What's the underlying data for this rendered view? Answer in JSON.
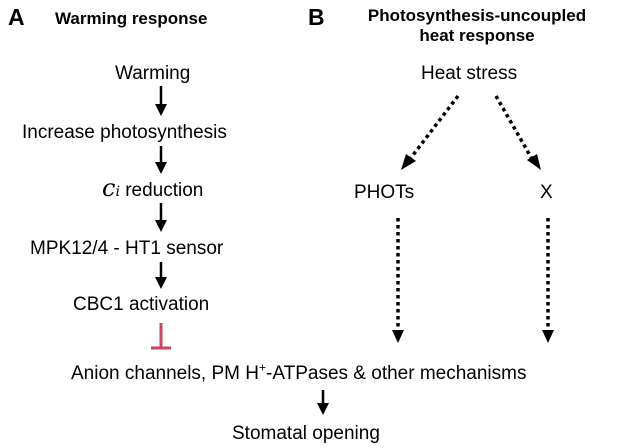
{
  "panel_a": {
    "letter": "A",
    "title": "Warming response",
    "steps": {
      "warming": "Warming",
      "photosynthesis": "Increase photosynthesis",
      "ci_symbol": "c",
      "ci_subscript": "i",
      "ci_text": " reduction",
      "sensor": "MPK12/4 - HT1 sensor",
      "cbc1": "CBC1 activation"
    }
  },
  "panel_b": {
    "letter": "B",
    "title_line1": "Photosynthesis-uncoupled",
    "title_line2": "heat response",
    "heat_stress": "Heat stress",
    "phots": "PHOTs",
    "x": "X"
  },
  "shared": {
    "targets_pre": "Anion channels, PM H",
    "targets_sup": "+",
    "targets_post": "-ATPases & other mechanisms",
    "outcome": "Stomatal opening"
  },
  "colors": {
    "inhibition": "#c8475e",
    "arrow": "#000000"
  }
}
